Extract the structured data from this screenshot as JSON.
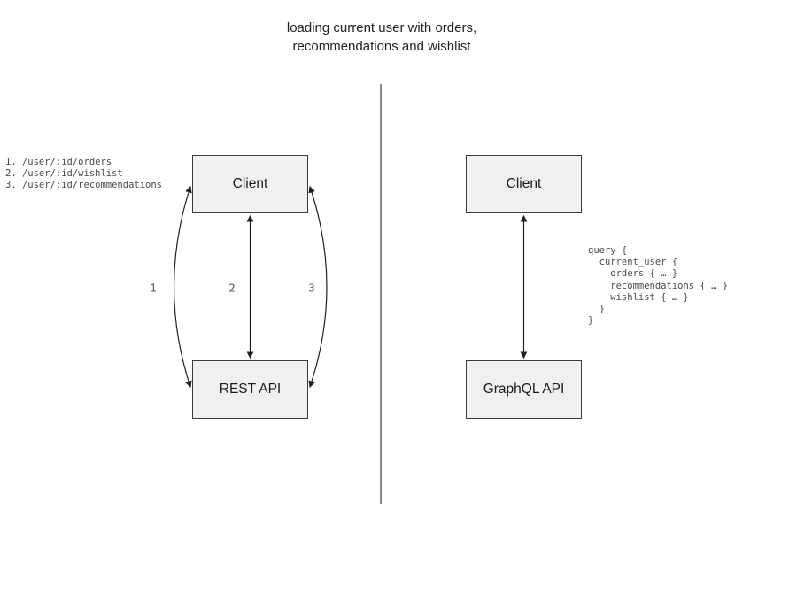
{
  "title": "loading current user with orders,\nrecommendations and wishlist",
  "colors": {
    "box_fill": "#f0f0f0",
    "box_border": "#3a3a3a",
    "connector_line": "#1f1f1f",
    "divider": "#6b6b6b",
    "muted_text": "#4a4a4a"
  },
  "left_panel": {
    "endpoints": [
      "1. /user/:id/orders",
      "2. /user/:id/wishlist",
      "3. /user/:id/recommendations"
    ],
    "client_label": "Client",
    "api_label": "REST API",
    "arrow_labels": [
      "1",
      "2",
      "3"
    ]
  },
  "right_panel": {
    "client_label": "Client",
    "api_label": "GraphQL API",
    "query_lines": [
      "query {",
      "  current_user {",
      "    orders { … }",
      "    recommendations { … }",
      "    wishlist { … }",
      "  }",
      "}"
    ]
  }
}
